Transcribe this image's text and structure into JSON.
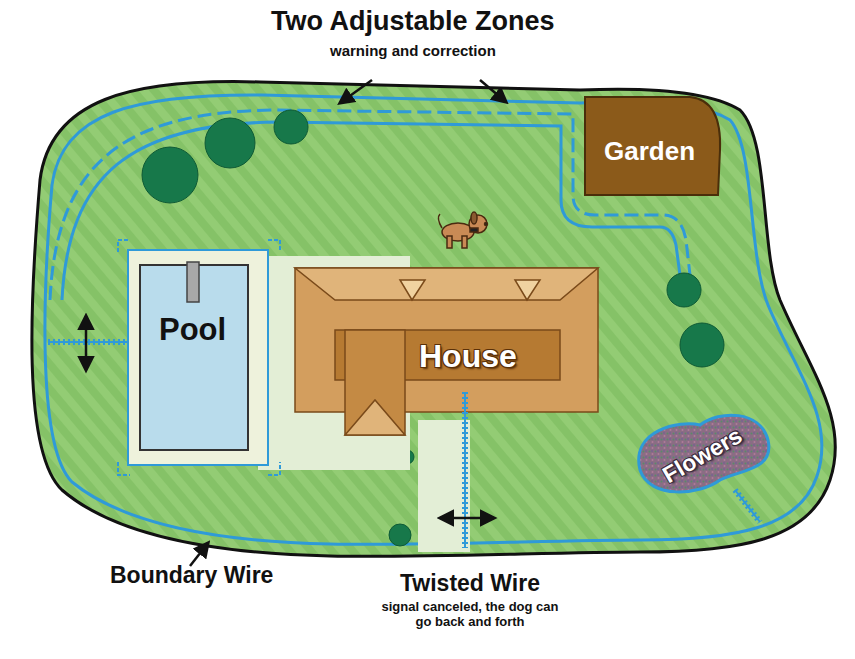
{
  "diagram": {
    "nodes": [
      {
        "text": [
          "Garden"
        ]
      },
      {
        "text": [
          "Pool"
        ]
      },
      {
        "text": [
          "House"
        ]
      },
      {
        "text": [
          "Flowers"
        ]
      }
    ],
    "labels": [
      "Two Adjustable Zones",
      "warning and correction",
      "Boundary Wire",
      "Twisted Wire",
      "signal canceled, the dog can go back and forth"
    ]
  }
}
